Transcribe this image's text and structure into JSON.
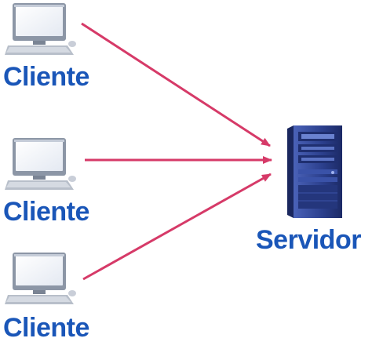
{
  "clients": [
    {
      "label": "Cliente"
    },
    {
      "label": "Cliente"
    },
    {
      "label": "Cliente"
    }
  ],
  "server": {
    "label": "Servidor"
  },
  "colors": {
    "label_text": "#1a56b8",
    "arrow": "#d63a68",
    "monitor_frame": "#8c96a6",
    "monitor_screen": "#ffffff",
    "keyboard": "#b8bfca",
    "tower_body": "#2b3f8c",
    "tower_light": "#5b73c4"
  },
  "icons": {
    "client": "desktop-computer-icon",
    "server": "server-tower-icon"
  }
}
